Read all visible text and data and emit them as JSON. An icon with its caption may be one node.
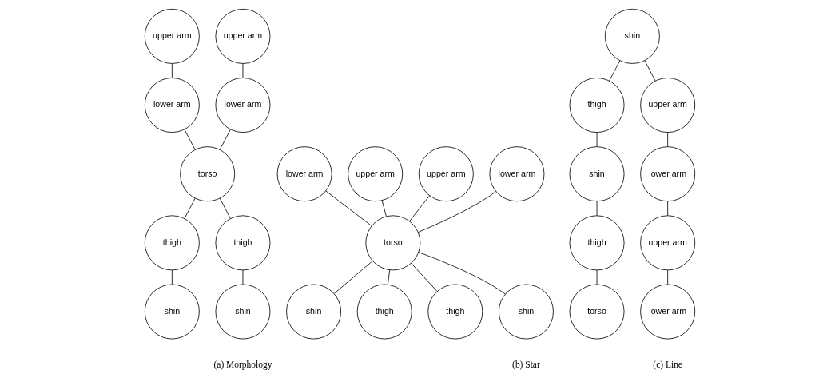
{
  "diagram": {
    "nodes": [
      {
        "text": [
          "upper arm"
        ]
      },
      {
        "text": [
          "upper arm"
        ]
      },
      {
        "text": [
          "lower arm"
        ]
      },
      {
        "text": [
          "torso"
        ]
      },
      {
        "text": [
          "lower arm"
        ]
      },
      {
        "text": [
          "thigh"
        ]
      },
      {
        "text": [
          "thigh"
        ]
      },
      {
        "text": [
          "shin"
        ]
      },
      {
        "text": [
          "shin"
        ]
      },
      {
        "text": [
          "lower arm"
        ]
      },
      {
        "text": [
          "upper arm"
        ]
      },
      {
        "text": [
          "upper arm"
        ]
      },
      {
        "text": [
          "lower arm"
        ]
      },
      {
        "text": [
          "torso"
        ]
      },
      {
        "text": [
          "shin"
        ]
      },
      {
        "text": [
          "thigh"
        ]
      },
      {
        "text": [
          "thigh"
        ]
      },
      {
        "text": [
          "shin"
        ]
      },
      {
        "text": [
          "shin"
        ]
      },
      {
        "text": [
          "thigh"
        ]
      },
      {
        "text": [
          "upper arm"
        ]
      },
      {
        "text": [
          "shin"
        ]
      },
      {
        "text": [
          "lower arm"
        ]
      },
      {
        "text": [
          "thigh"
        ]
      },
      {
        "text": [
          "upper arm"
        ]
      },
      {
        "text": [
          "torso"
        ]
      },
      {
        "text": [
          "lower arm"
        ]
      }
    ],
    "edges": [
      {
        "from": 0,
        "to": 2,
        "arrow": "none"
      },
      {
        "from": 1,
        "to": 4,
        "arrow": "none"
      },
      {
        "from": 2,
        "to": 3,
        "arrow": "none"
      },
      {
        "from": 4,
        "to": 3,
        "arrow": "none"
      },
      {
        "from": 3,
        "to": 5,
        "arrow": "none"
      },
      {
        "from": 3,
        "to": 6,
        "arrow": "none"
      },
      {
        "from": 5,
        "to": 7,
        "arrow": "none"
      },
      {
        "from": 6,
        "to": 8,
        "arrow": "none"
      },
      {
        "from": 9,
        "to": 13,
        "arrow": "none"
      },
      {
        "from": 10,
        "to": 13,
        "arrow": "none"
      },
      {
        "from": 11,
        "to": 13,
        "arrow": "none"
      },
      {
        "from": 12,
        "to": 13,
        "arrow": "none"
      },
      {
        "from": 13,
        "to": 14,
        "arrow": "none"
      },
      {
        "from": 13,
        "to": 15,
        "arrow": "none"
      },
      {
        "from": 13,
        "to": 16,
        "arrow": "none"
      },
      {
        "from": 13,
        "to": 17,
        "arrow": "none"
      },
      {
        "from": 18,
        "to": 19,
        "arrow": "none"
      },
      {
        "from": 19,
        "to": 21,
        "arrow": "none"
      },
      {
        "from": 21,
        "to": 23,
        "arrow": "none"
      },
      {
        "from": 23,
        "to": 25,
        "arrow": "none"
      },
      {
        "from": 18,
        "to": 20,
        "arrow": "none"
      },
      {
        "from": 20,
        "to": 22,
        "arrow": "none"
      },
      {
        "from": 22,
        "to": 24,
        "arrow": "none"
      },
      {
        "from": 24,
        "to": 26,
        "arrow": "none"
      }
    ],
    "labels": [
      "(a) Morphology",
      "(b) Star",
      "(c) Line"
    ]
  }
}
